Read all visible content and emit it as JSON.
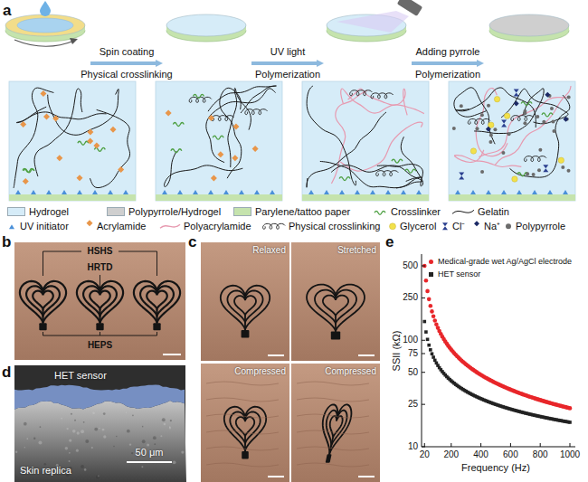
{
  "diagram": {
    "labels": [
      "a",
      "Spin coating",
      "Physical crosslinking",
      "UV light",
      "Polymerization",
      "Adding pyrrole",
      "Polymerization",
      "b",
      "HSHS",
      "HRTD",
      "HEPS",
      "c",
      "Relaxed",
      "Stretched",
      "Compressed",
      "Compressed",
      "d",
      "HET sensor",
      "Skin replica",
      "50 μm",
      "e",
      "500",
      "250",
      "100",
      "75",
      "50",
      "25",
      "10",
      "20",
      "200",
      "400",
      "600",
      "800",
      "1000",
      "SSII (kΩ)",
      "Frequency (Hz)"
    ],
    "legend": [
      {
        "text": "Hydrogel",
        "color": "#d6ecf8"
      },
      {
        "text": "Polypyrrole/Hydrogel",
        "color": "#cfcfcf"
      },
      {
        "text": "Parylene/tattoo paper",
        "color": "#c5e3ad"
      },
      {
        "text": "Crosslinker"
      },
      {
        "text": "Gelatin"
      },
      {
        "text": "UV initiator"
      },
      {
        "text": "Acrylamide"
      },
      {
        "text": "Polyacrylamide"
      },
      {
        "text": "Physical crosslinking"
      },
      {
        "text": "Glycerol"
      },
      {
        "text": "Cl⁻"
      },
      {
        "text": "Na⁺"
      },
      {
        "text": "Polypyrrole"
      },
      {
        "text": "Medical-grade wet Ag/AgCl electrode",
        "color": "#e8262a"
      },
      {
        "text": "HET sensor",
        "color": "#222222"
      }
    ]
  }
}
